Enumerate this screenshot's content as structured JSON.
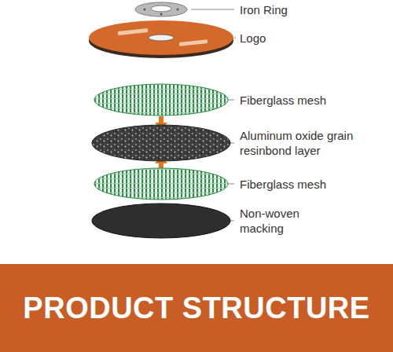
{
  "diagram": {
    "nodes": [
      {
        "text": [
          "PRODUCT STRUCTURE"
        ]
      }
    ],
    "labels": [
      "Iron Ring",
      "Logo",
      "Fiberglass mesh",
      "Aluminum oxide grain resinbond layer",
      "Fiberglass mesh",
      "Non-woven macking"
    ]
  }
}
